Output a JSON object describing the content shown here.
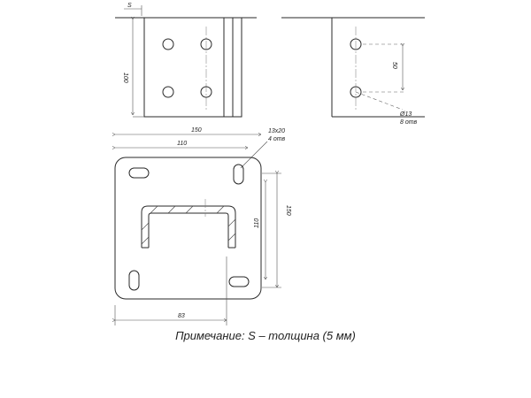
{
  "views": {
    "thickness_label": "S",
    "height_label": "100",
    "spacing_label": "50",
    "hole_label_1": "Ø13",
    "hole_label_2": "8 отв"
  },
  "plate": {
    "width_label": "150",
    "inner_width_label": "110",
    "slot_label_1": "13х20",
    "slot_label_2": "4 отв",
    "height_label": "150",
    "inner_height_label": "110",
    "offset_label": "83"
  },
  "note": "Примечание: S – толщина (5 мм)"
}
